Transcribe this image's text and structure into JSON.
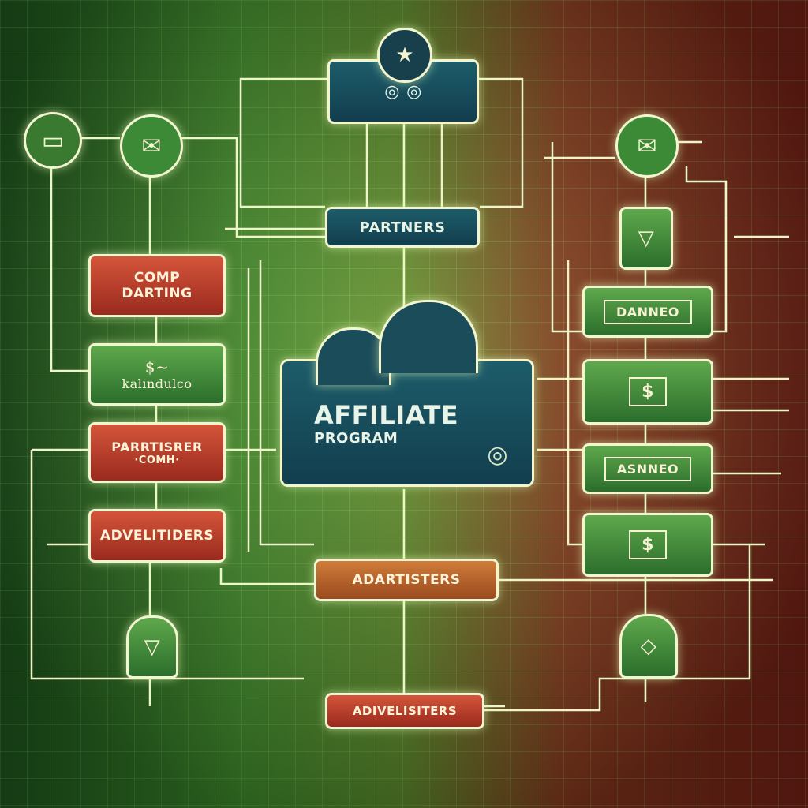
{
  "title": "AFFILIATE",
  "subtitle": "PROGRAM",
  "nodes": {
    "partners": "PARTNERS",
    "comp_darting_1": "COMP",
    "comp_darting_2": "DARTING",
    "kalindulco": "kalindulco",
    "partisrer_1": "PARRTISRER",
    "partisrer_2": "·COMH·",
    "advelitiders": "ADVELITIDERS",
    "adartisters": "ADARTISTERS",
    "adivelisiters": "ADIVELISITERS",
    "danneo": "DANNEO",
    "asnneo": "ASNNEO"
  },
  "icons": {
    "money": "$",
    "coins": "coin-stack",
    "star": "★"
  },
  "colors": {
    "green": "#3f8f2c",
    "red": "#9a2a1e",
    "blue": "#123e4e",
    "line": "#f2f5d0"
  }
}
